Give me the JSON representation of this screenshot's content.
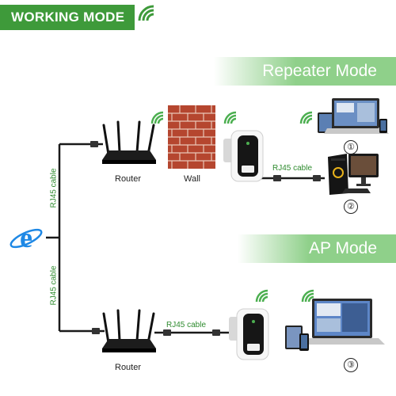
{
  "header": {
    "title": "WORKING MODE"
  },
  "sections": {
    "repeater": {
      "label": "Repeater Mode"
    },
    "ap": {
      "label": "AP Mode"
    }
  },
  "labels": {
    "router_top": "Router",
    "wall": "Wall",
    "router_bottom": "Router",
    "rj45_vertical_top": "RJ45 cable",
    "rj45_vertical_bottom": "RJ45 cable",
    "rj45_repeater": "RJ45 cable",
    "rj45_ap": "RJ45 cable"
  },
  "device_numbers": [
    "①",
    "②",
    "③"
  ],
  "colors": {
    "accent": "#3e9a3a",
    "band": "#8fd08a",
    "wifi": "#4caf50",
    "ie_blue": "#1e88e5",
    "brick": "#b5462f"
  },
  "icons": [
    "wifi-icon",
    "internet-explorer-icon",
    "router-icon",
    "brick-wall-icon",
    "wifi-extender-icon",
    "laptop-icon",
    "desktop-pc-icon",
    "tablet-icon",
    "smartphone-icon"
  ]
}
